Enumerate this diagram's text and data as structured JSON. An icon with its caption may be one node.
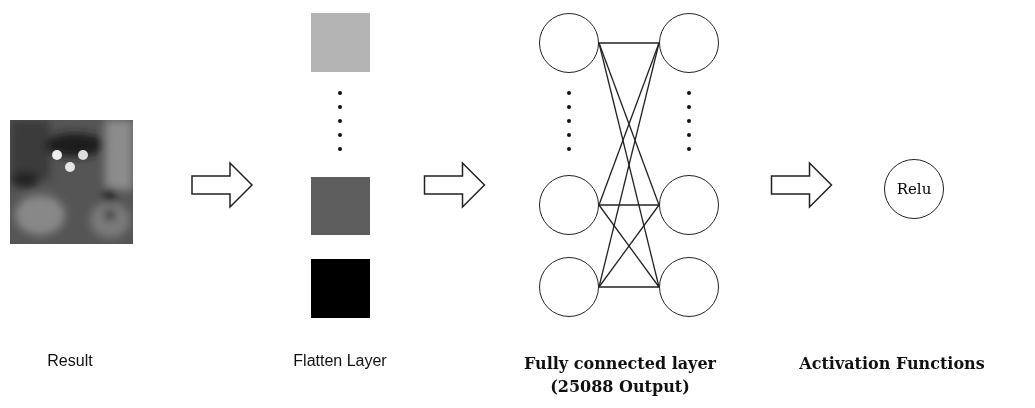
{
  "diagram": {
    "nodes": [
      {
        "text": [],
        "shape": "picture"
      },
      {
        "text": [],
        "shape": "box"
      },
      {
        "text": [],
        "shape": "box"
      },
      {
        "text": [],
        "shape": "box"
      },
      {
        "text": [],
        "shape": "circle"
      },
      {
        "text": [],
        "shape": "circle"
      },
      {
        "text": [],
        "shape": "circle"
      },
      {
        "text": [],
        "shape": "circle"
      },
      {
        "text": [],
        "shape": "circle"
      },
      {
        "text": [],
        "shape": "circle"
      },
      {
        "text": [
          "Relu"
        ]
      }
    ],
    "edges": [
      {
        "from": 0,
        "to": 2,
        "arrow": "to",
        "style": "thick"
      },
      {
        "from": 2,
        "to": 5,
        "arrow": "to",
        "style": "thick"
      },
      {
        "from": 4,
        "to": 7,
        "arrow": "none"
      },
      {
        "from": 4,
        "to": 8,
        "arrow": "none"
      },
      {
        "from": 4,
        "to": 9,
        "arrow": "none"
      },
      {
        "from": 5,
        "to": 7,
        "arrow": "none"
      },
      {
        "from": 5,
        "to": 8,
        "arrow": "none"
      },
      {
        "from": 5,
        "to": 9,
        "arrow": "none"
      },
      {
        "from": 6,
        "to": 7,
        "arrow": "none"
      },
      {
        "from": 6,
        "to": 8,
        "arrow": "none"
      },
      {
        "from": 6,
        "to": 9,
        "arrow": "none"
      },
      {
        "from": 8,
        "to": 10,
        "arrow": "to",
        "style": "thick"
      }
    ],
    "labels": [
      "Result",
      "Flatten Layer",
      "Fully connected layer (25088 Output)",
      "Activation Functions"
    ]
  }
}
